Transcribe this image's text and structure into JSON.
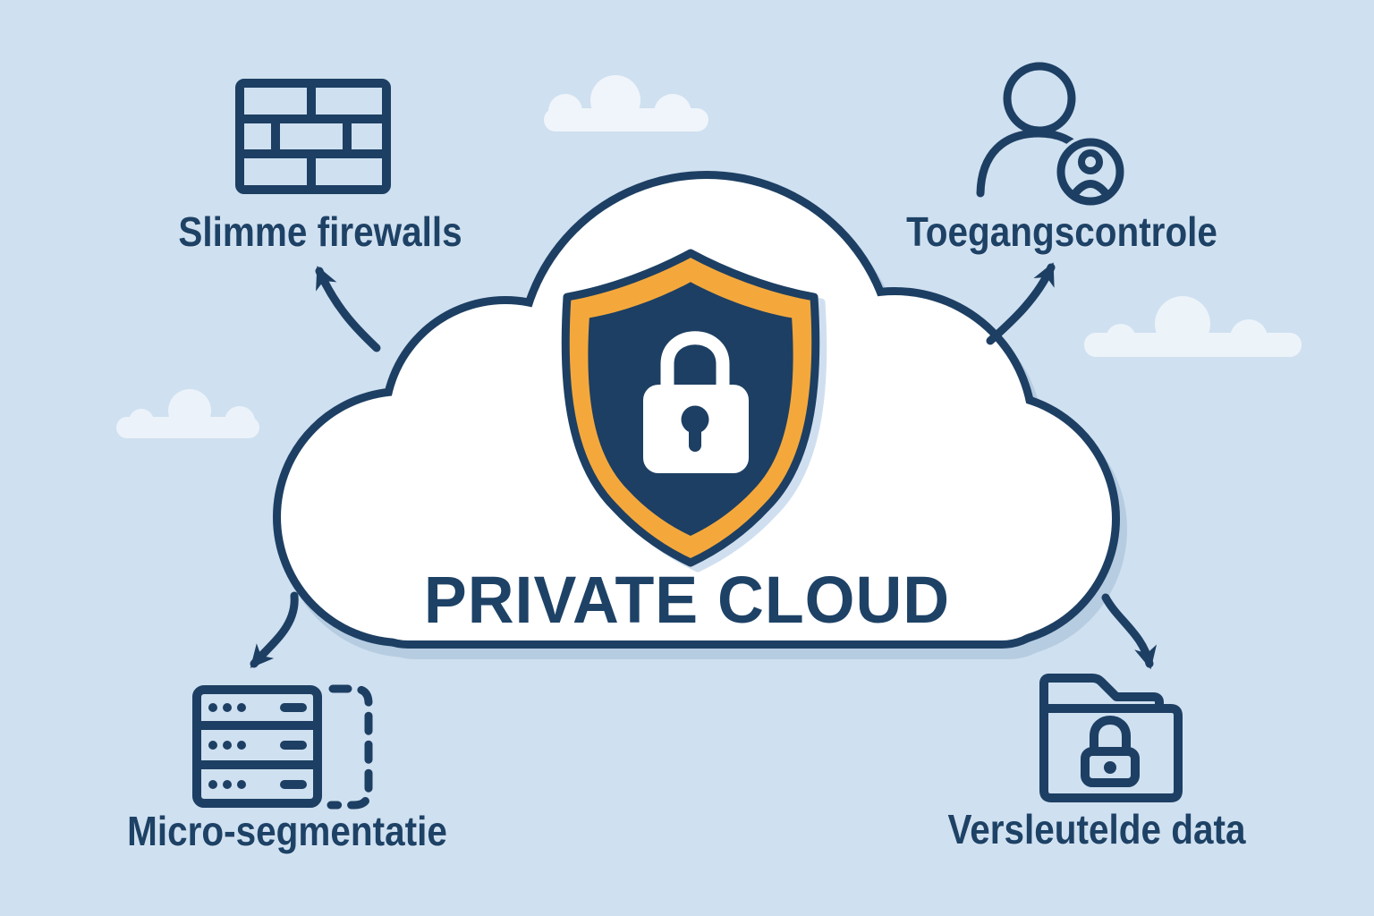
{
  "illustration": {
    "title": "PRIVATE CLOUD",
    "center_icon": "shield-lock-icon",
    "features": [
      {
        "position": "top-left",
        "label": "Slimme firewalls",
        "icon": "firewall-brick-wall-icon"
      },
      {
        "position": "top-right",
        "label": "Toegangscontrole",
        "icon": "user-id-badge-icon"
      },
      {
        "position": "bottom-left",
        "label": "Micro-segmentatie",
        "icon": "server-segmentation-icon"
      },
      {
        "position": "bottom-right",
        "label": "Versleutelde data",
        "icon": "locked-folder-icon"
      }
    ],
    "colors": {
      "background": "#cfe0f0",
      "navy": "#1d3f63",
      "text_navy": "#1e4266",
      "orange": "#f4a83c",
      "cloud_white": "#ffffff"
    }
  }
}
